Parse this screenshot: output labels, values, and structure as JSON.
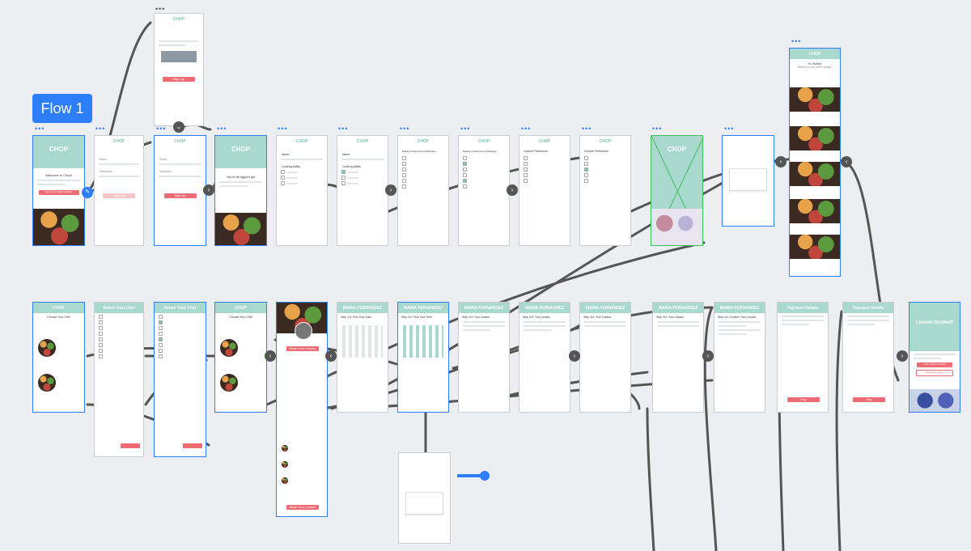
{
  "flow": {
    "label": "Flow 1"
  },
  "brand": {
    "name": "CHOP",
    "accent": "#2d7ff9",
    "teal": "#a9d8cf",
    "coral": "#ef6b73"
  },
  "screens": {
    "welcome": {
      "heading": "Welcome to Chop!",
      "cta": "Sign Up To Start Cooking"
    },
    "signup": {
      "email_label": "Email",
      "password_label": "Password",
      "cta": "Sign Up"
    },
    "signed_up": {
      "message": "You're all signed up!"
    },
    "name": {
      "title": "Name",
      "subtitle": "Cooking Ability"
    },
    "dietary": {
      "title": "Dietary Preferences & Allergies"
    },
    "cuisine": {
      "title": "Cuisine Preference"
    },
    "home": {
      "greeting": "Hi, Sidney!",
      "sub": "What's on the menu today?"
    },
    "choose_chef": {
      "title": "Choose Your Chef"
    },
    "select_chef": {
      "title": "Select Your Chef"
    },
    "profile": {
      "cta": "Book Your Lesson"
    },
    "step1": {
      "title": "Step 1/4: Pick Your Date"
    },
    "step2": {
      "title": "Step 2/4: Pick Your Time"
    },
    "step3": {
      "title": "Step 3/4: Your Lesson"
    },
    "step4": {
      "title": "Step 4/4: Confirm Your Lesson"
    },
    "payment": {
      "title": "Payment Details",
      "cta": "Pay"
    },
    "booked": {
      "title": "Lesson Booked!",
      "cta1": "View Lesson Details",
      "cta2": "Explore Recipes"
    },
    "chef_name": "MARIA FERNANDEZ"
  }
}
